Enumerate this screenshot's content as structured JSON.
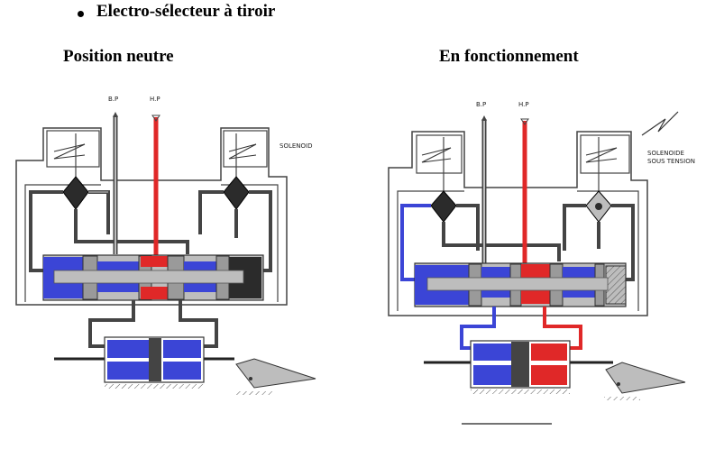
{
  "title": "Electro-sélecteur à tiroir",
  "panels": [
    {
      "heading": "Position neutre",
      "bp": "B.P",
      "hp": "H.P",
      "solenoid": "SOLENOID",
      "solenoid2": ""
    },
    {
      "heading": "En fonctionnement",
      "bp": "B.P",
      "hp": "H.P",
      "solenoid": "SOLENOIDE",
      "solenoid2": "SOUS TENSION"
    }
  ],
  "colors": {
    "pressure": "#e02828",
    "return": "#3b45d6",
    "body": "#bdbdbd",
    "dark": "#2b2b2b"
  }
}
